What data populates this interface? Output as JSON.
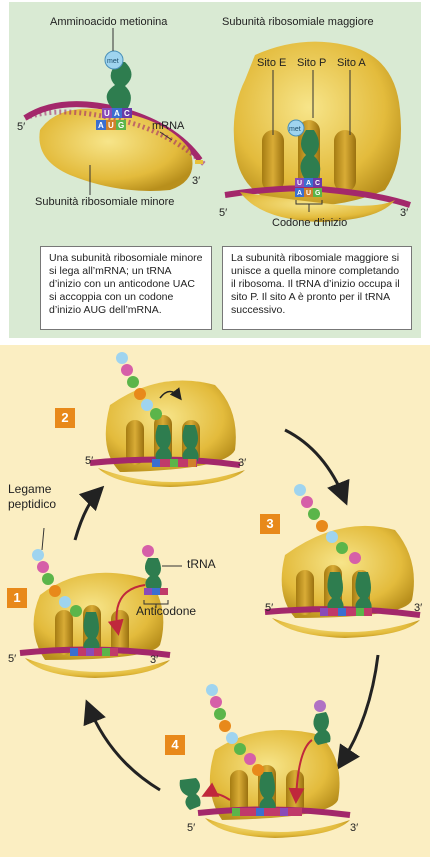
{
  "top": {
    "label_methionine": "Amminoacido metionina",
    "label_major": "Subunità ribosomiale maggiore",
    "label_minor": "Subunità ribosomiale minore",
    "label_mrna": "mRNA",
    "label_site_e": "Sito E",
    "label_site_p": "Sito P",
    "label_site_a": "Sito A",
    "label_start_codon": "Codone d’inizio",
    "met": "met",
    "five_prime": "5′",
    "three_prime": "3′",
    "anticodon_letters": [
      "U",
      "A",
      "C"
    ],
    "codon_letters": [
      "A",
      "U",
      "G"
    ],
    "caption_left": "Una subunità ribosomiale minore si lega all’mRNA; un tRNA d’inizio con un anticodone UAC si accoppia con un codone d’inizio AUG dell’mRNA.",
    "caption_right": "La subunità ribosomiale maggiore si unisce a quella minore completando il ribosoma. Il tRNA d’inizio occupa il sito P. Il sito A è pronto per il tRNA successivo."
  },
  "bottom": {
    "steps": [
      "1",
      "2",
      "3",
      "4"
    ],
    "label_peptide_bond": "Legame peptidico",
    "label_trna": "tRNA",
    "label_anticodon": "Anticodone",
    "five_prime": "5′",
    "three_prime": "3′"
  },
  "colors": {
    "ribosome": "#e9c74c",
    "ribosome_dark": "#b8901c",
    "mrna": "#a3286b",
    "trna": "#2e7d4f",
    "arrow_red": "#c0283c",
    "step_badge": "#e8891a"
  }
}
